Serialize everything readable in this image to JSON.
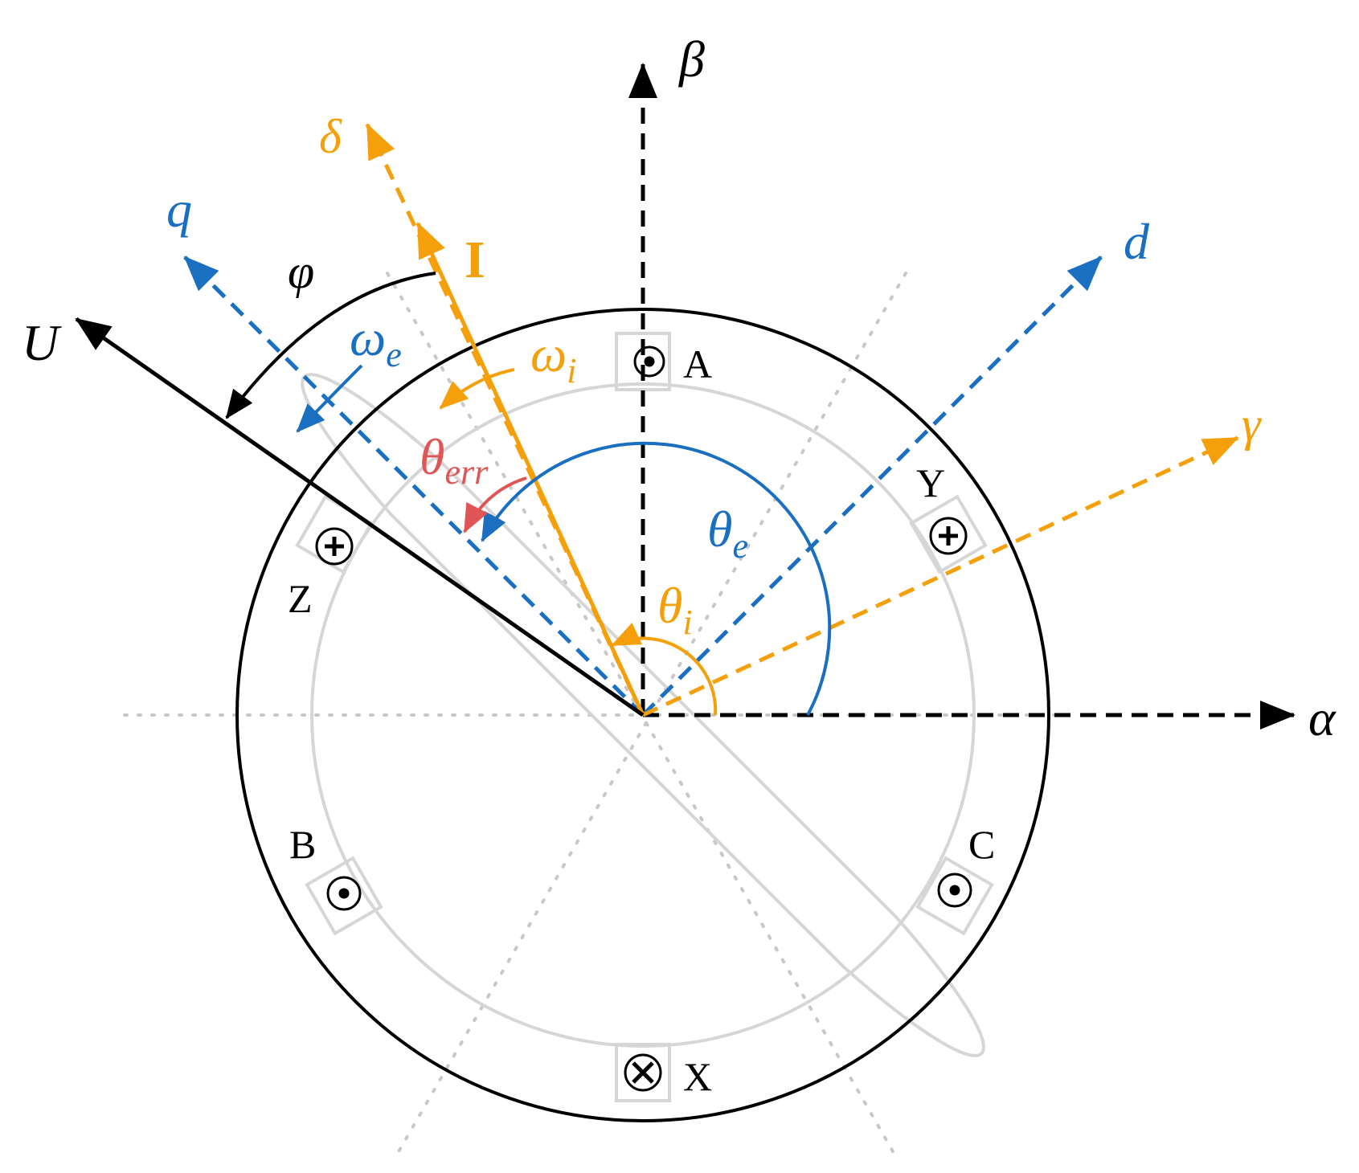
{
  "colors": {
    "black": "#000000",
    "blue": "#1a6fc0",
    "orange": "#f5a00a",
    "red": "#e05555",
    "motor_gray": "#d6d6d6",
    "grid_gray": "#c8c8c8"
  },
  "axes": {
    "alpha": "α",
    "beta": "β",
    "d": "d",
    "q": "q",
    "gamma": "γ",
    "delta": "δ"
  },
  "vectors": {
    "voltage": "U",
    "current": "I"
  },
  "angles": {
    "phi": "φ",
    "theta_e_base": "θ",
    "theta_e_sub": "e",
    "theta_i_base": "θ",
    "theta_i_sub": "i",
    "theta_err_base": "θ",
    "theta_err_sub": "err"
  },
  "speeds": {
    "omega_e_base": "ω",
    "omega_e_sub": "e",
    "omega_i_base": "ω",
    "omega_i_sub": "i"
  },
  "phases": {
    "A": "A",
    "B": "B",
    "C": "C",
    "X": "X",
    "Y": "Y",
    "Z": "Z"
  },
  "icons": [
    "dot-in-circle-icon",
    "cross-in-circle-icon"
  ]
}
